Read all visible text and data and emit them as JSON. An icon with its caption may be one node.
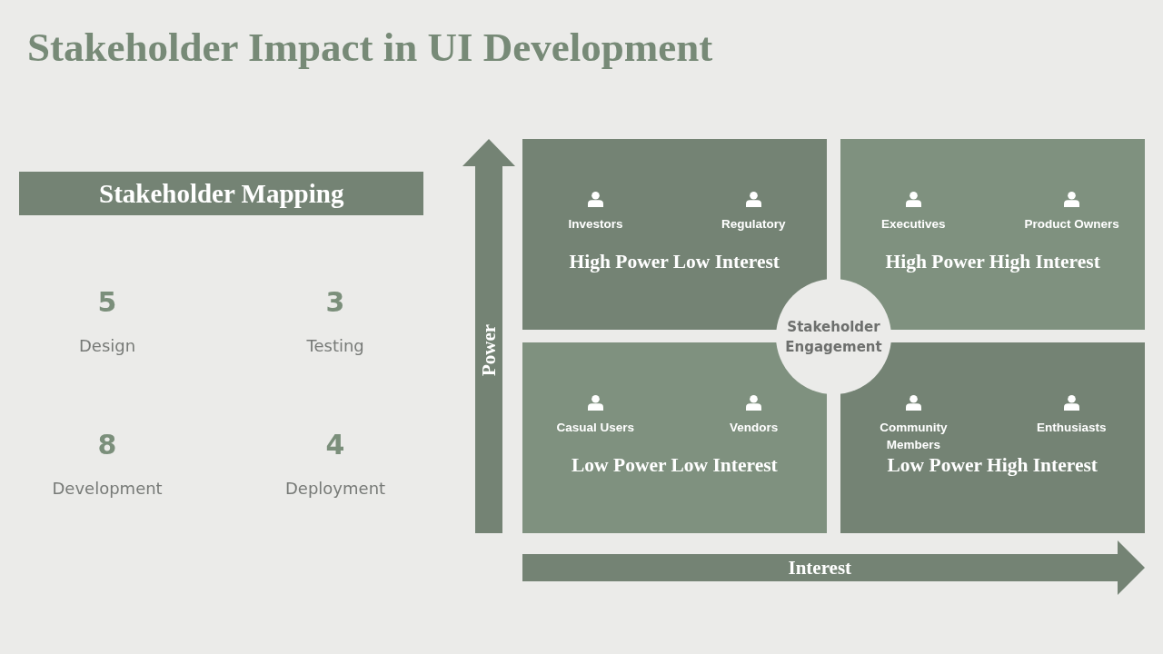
{
  "diagram": {
    "title": "Stakeholder Impact in UI Development",
    "nodes": [
      {
        "text": [
          "Stakeholder Mapping"
        ]
      },
      {
        "text": [
          "Power"
        ]
      },
      {
        "text": [
          "Investors",
          "Regulatory",
          "High Power Low Interest"
        ]
      },
      {
        "text": [
          "Executives",
          "Product Owners",
          "High Power High Interest"
        ]
      },
      {
        "text": [
          "Stakeholder Engagement"
        ]
      },
      {
        "text": [
          "Casual Users",
          "Vendors",
          "Low Power Low Interest"
        ]
      },
      {
        "text": [
          "Community Members",
          "Enthusiasts",
          "Low Power High Interest"
        ]
      },
      {
        "text": [
          "Interest"
        ]
      }
    ],
    "labels": [
      "5",
      "3",
      "Design",
      "Testing",
      "8",
      "4",
      "Development",
      "Deployment"
    ]
  }
}
